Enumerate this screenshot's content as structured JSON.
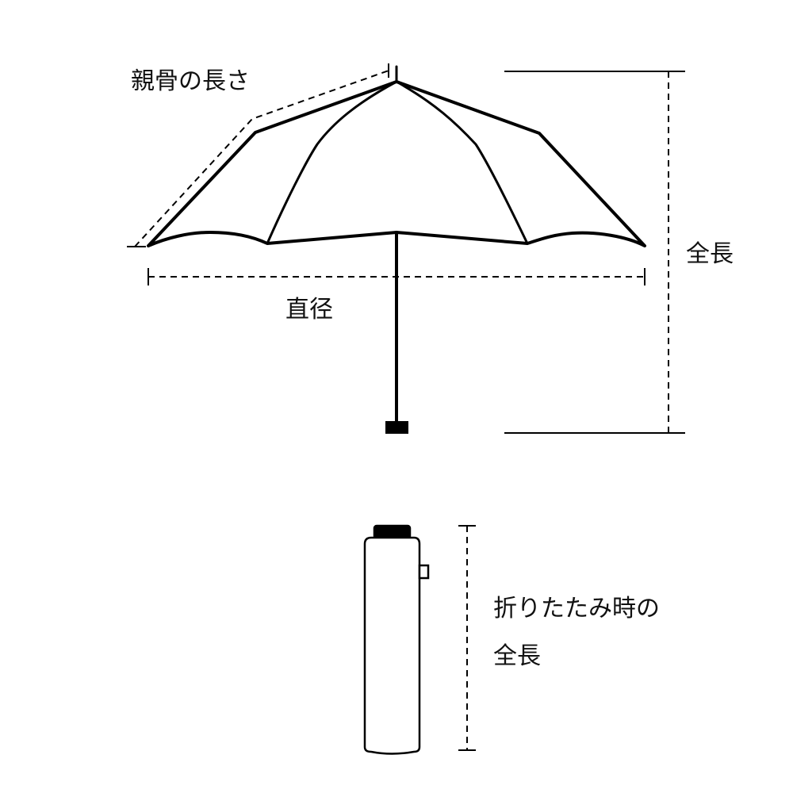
{
  "labels": {
    "rib_length": "親骨の長さ",
    "total_length": "全長",
    "diameter": "直径",
    "folded_length_line1": "折りたたみ時の",
    "folded_length_line2": "全長"
  },
  "colors": {
    "line": "#000000",
    "text": "#111111",
    "background": "#ffffff"
  }
}
